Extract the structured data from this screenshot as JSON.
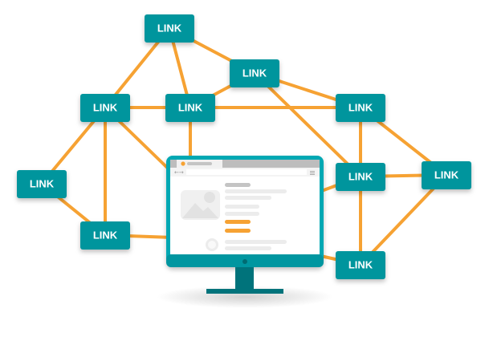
{
  "nodes": [
    {
      "label": "LINK"
    },
    {
      "label": "LINK"
    },
    {
      "label": "LINK"
    },
    {
      "label": "LINK"
    },
    {
      "label": "LINK"
    },
    {
      "label": "LINK"
    },
    {
      "label": "LINK"
    },
    {
      "label": "LINK"
    },
    {
      "label": "LINK"
    },
    {
      "label": "LINK"
    }
  ],
  "colors": {
    "node": "#00959d",
    "edge": "#f6a233",
    "monitor": "#00a8b3",
    "accent": "#f6a233"
  }
}
